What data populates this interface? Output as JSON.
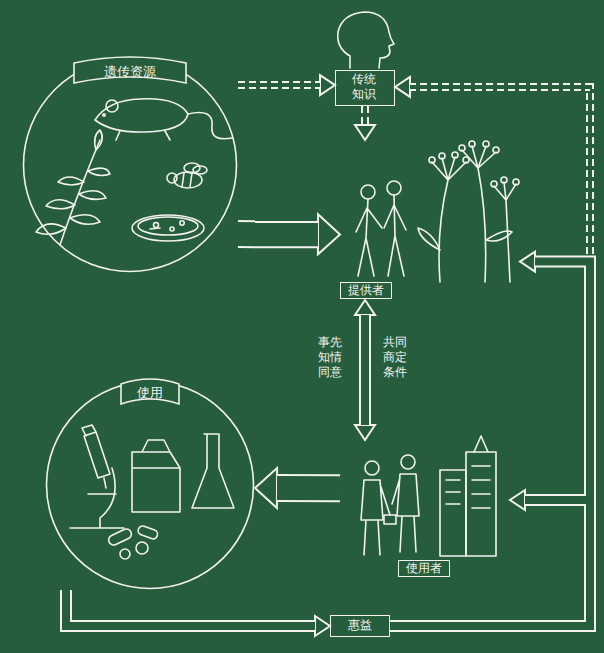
{
  "diagram": {
    "nodes": [
      {
        "text": [
          "遗传资源"
        ]
      },
      {
        "text": [
          "传统知识"
        ]
      },
      {
        "text": [
          "提供者"
        ]
      },
      {
        "text": [
          "使用者"
        ]
      },
      {
        "text": [
          "使用"
        ]
      },
      {
        "text": [
          "惠益"
        ]
      }
    ],
    "edges": [
      {
        "from": 0,
        "to": 1,
        "arrow": "to"
      },
      {
        "from": 0,
        "to": 2,
        "arrow": "to"
      },
      {
        "from": 1,
        "to": 2,
        "arrow": "to"
      },
      {
        "from": 2,
        "to": 3,
        "label": "事先知情同意",
        "arrow": "both"
      },
      {
        "from": 3,
        "to": 4,
        "arrow": "to"
      },
      {
        "from": 4,
        "to": 5,
        "arrow": "to"
      },
      {
        "from": 5,
        "to": 2,
        "arrow": "to"
      },
      {
        "from": 5,
        "to": 3,
        "arrow": "to"
      },
      {
        "from": 5,
        "to": 1,
        "arrow": "to"
      }
    ],
    "labels": [
      "共同商定条件"
    ]
  }
}
